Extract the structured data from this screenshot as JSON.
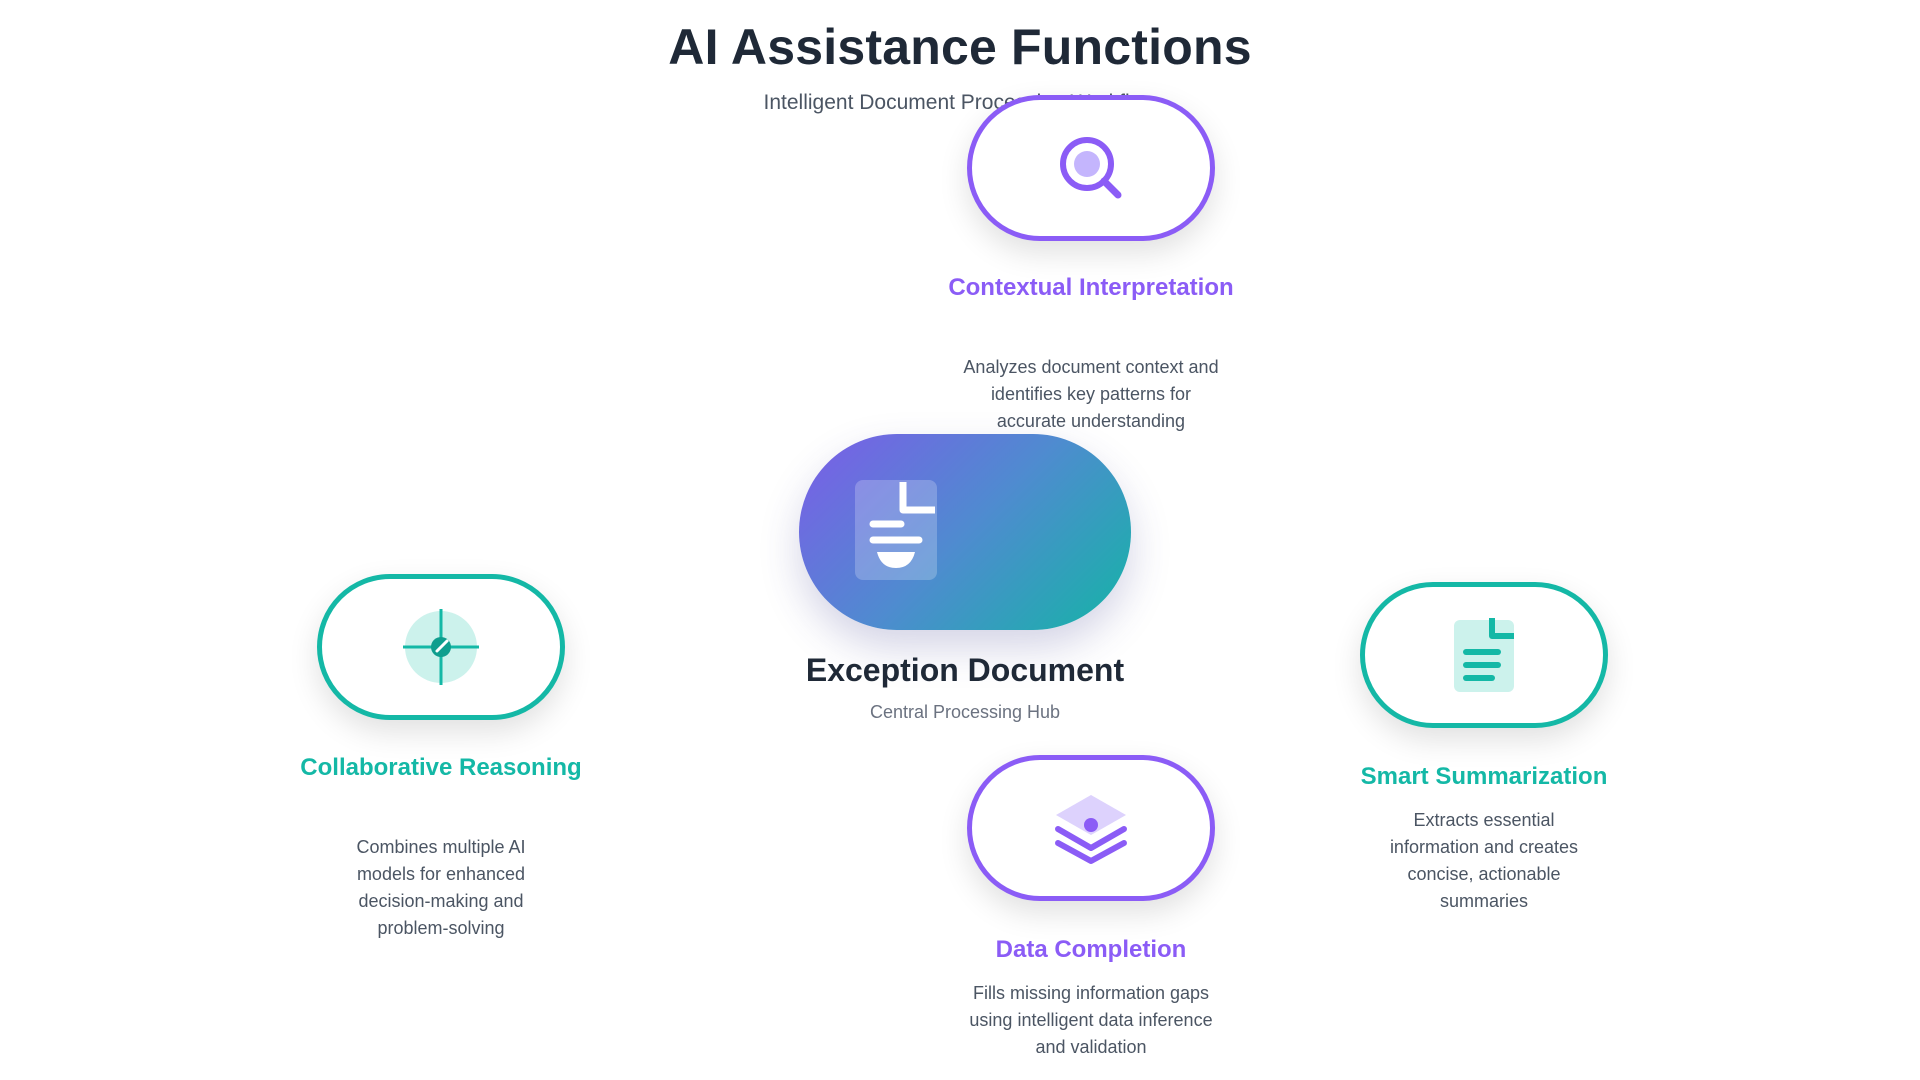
{
  "header": {
    "title": "AI Assistance Functions",
    "subtitle": "Intelligent Document Processing Workflow"
  },
  "hub": {
    "title": "Exception Document",
    "subtitle": "Central Processing Hub",
    "icon": "document-icon"
  },
  "nodes": [
    {
      "title": "Contextual Interpretation",
      "description": "Analyzes document context and identifies key patterns for accurate understanding",
      "icon": "search-icon",
      "color": "#8b5cf6"
    },
    {
      "title": "Collaborative Reasoning",
      "description": "Combines multiple AI models for enhanced decision-making and problem-solving",
      "icon": "target-icon",
      "color": "#14b8a6"
    },
    {
      "title": "Smart Summarization",
      "description": "Extracts essential information and creates concise, actionable summaries",
      "icon": "summary-document-icon",
      "color": "#14b8a6"
    },
    {
      "title": "Data Completion",
      "description": "Fills missing information gaps using intelligent data inference and validation",
      "icon": "layers-icon",
      "color": "#8b5cf6"
    }
  ],
  "colors": {
    "purple": "#8b5cf6",
    "teal": "#14b8a6",
    "heading": "#1f2937",
    "body": "#4b5563"
  }
}
